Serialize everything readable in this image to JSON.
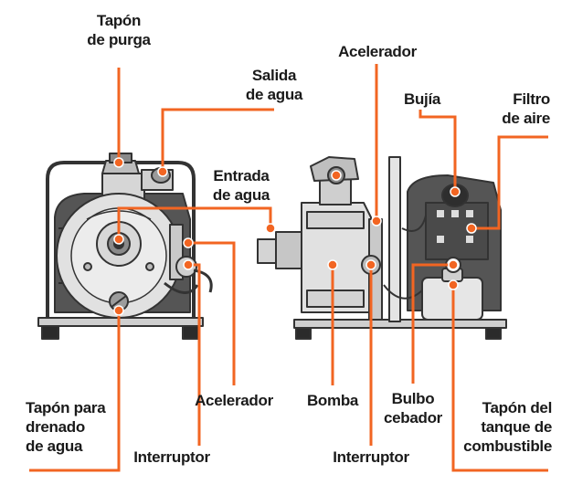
{
  "colors": {
    "accent": "#f26522",
    "outline": "#333333",
    "body_gray": "#8a8a8a",
    "light_gray": "#d4d4d4",
    "dark": "#2b2b2b"
  },
  "labels": {
    "tapon_purga": [
      "Tapón",
      "de purga"
    ],
    "salida_agua": [
      "Salida",
      "de agua"
    ],
    "acelerador_top": [
      "Acelerador"
    ],
    "bujia": [
      "Bujía"
    ],
    "filtro_aire": [
      "Filtro",
      "de aire"
    ],
    "entrada_agua": [
      "Entrada",
      "de agua"
    ],
    "tapon_drenado": [
      "Tapón para",
      "drenado",
      "de agua"
    ],
    "acelerador_bottom": [
      "Acelerador"
    ],
    "interruptor_left": [
      "Interruptor"
    ],
    "bomba": [
      "Bomba"
    ],
    "bulbo_cebador": [
      "Bulbo",
      "cebador"
    ],
    "interruptor_right": [
      "Interruptor"
    ],
    "tapon_tanque": [
      "Tapón del",
      "tanque de",
      "combustible"
    ]
  }
}
